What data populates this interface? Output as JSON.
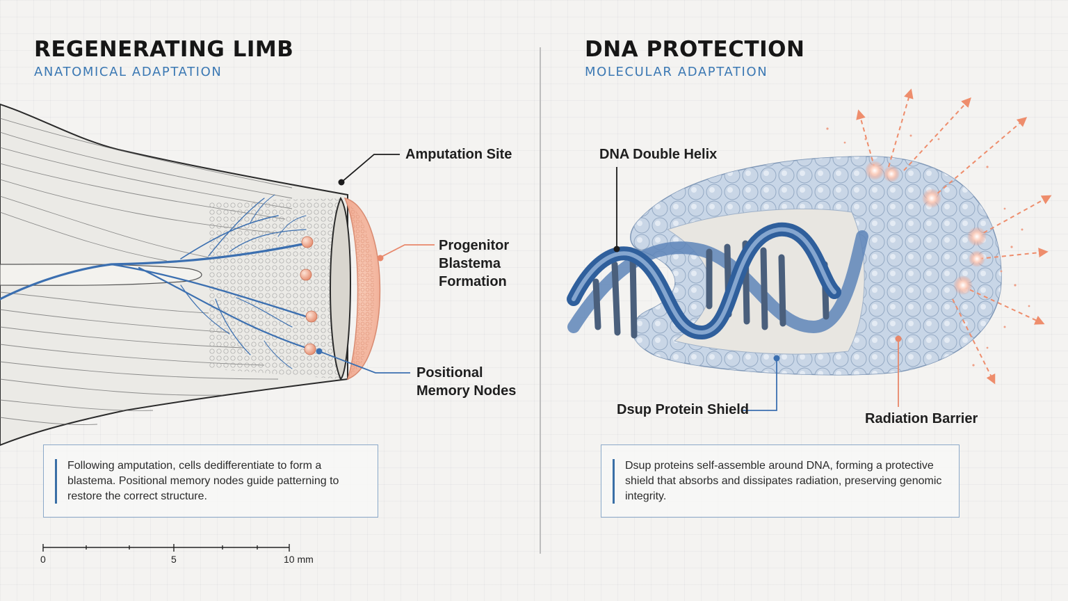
{
  "left": {
    "title": "REGENERATING LIMB",
    "subtitle": "ANATOMICAL ADAPTATION",
    "labels": {
      "amputation": "Amputation Site",
      "progenitor": [
        "Progenitor",
        "Blastema",
        "Formation"
      ],
      "positional": [
        "Positional",
        "Memory Nodes"
      ]
    },
    "caption": "Following amputation, cells dedifferentiate to form a blastema. Positional memory nodes guide patterning to restore the correct structure.",
    "scale": {
      "ticks": [
        "0",
        "5",
        "10 mm"
      ]
    }
  },
  "right": {
    "title": "DNA PROTECTION",
    "subtitle": "MOLECULAR ADAPTATION",
    "labels": {
      "helix": "DNA Double Helix",
      "shield": "Dsup Protein Shield",
      "barrier": "Radiation Barrier"
    },
    "caption": "Dsup proteins self-assemble around DNA, forming a protective shield that absorbs and dissipates radiation, preserving genomic integrity."
  },
  "colors": {
    "accent_blue": "#3b78b3",
    "accent_orange": "#e8876a",
    "ink": "#1c1c1c"
  }
}
